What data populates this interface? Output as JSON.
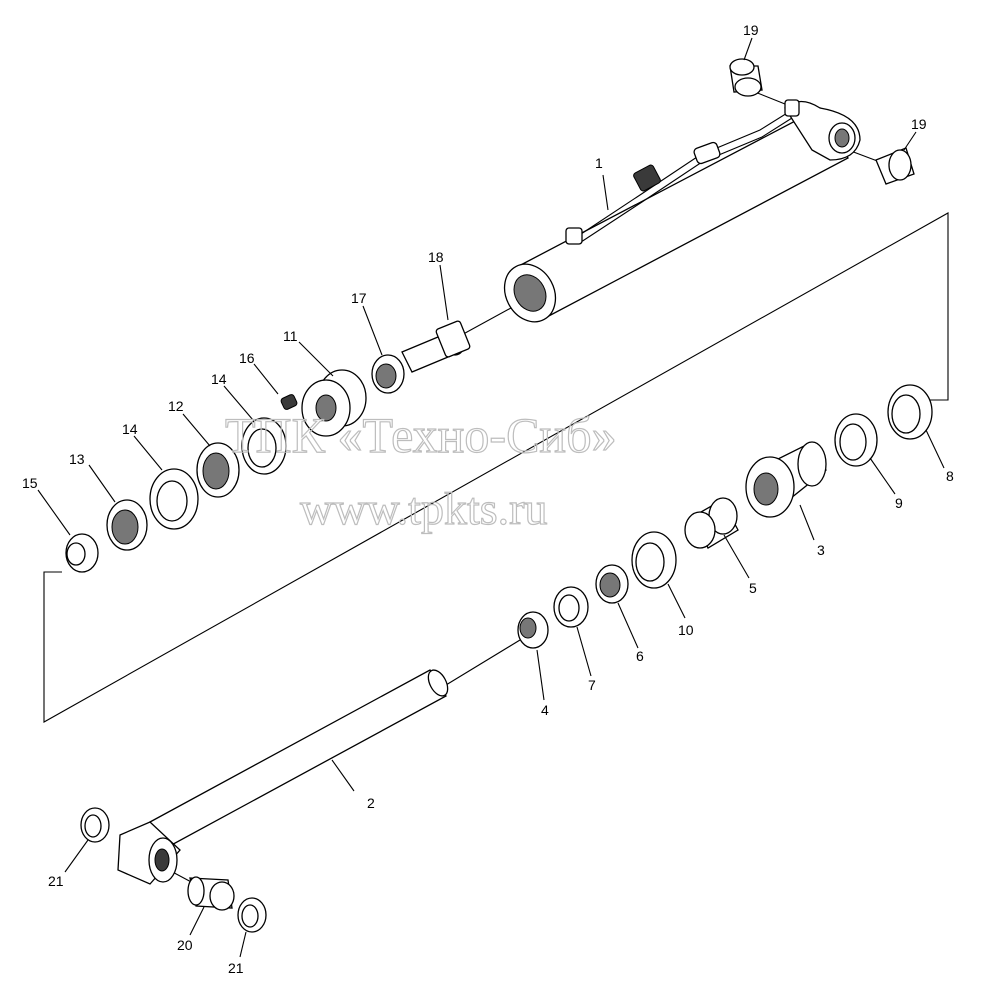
{
  "watermark": {
    "line1": "ТПК «Техно-Сиб»",
    "line2": "www.tpkts.ru"
  },
  "callouts": [
    "1",
    "2",
    "3",
    "4",
    "5",
    "6",
    "7",
    "8",
    "9",
    "10",
    "11",
    "12",
    "13",
    "14",
    "14",
    "15",
    "16",
    "17",
    "18",
    "19",
    "19",
    "20",
    "21",
    "21"
  ]
}
